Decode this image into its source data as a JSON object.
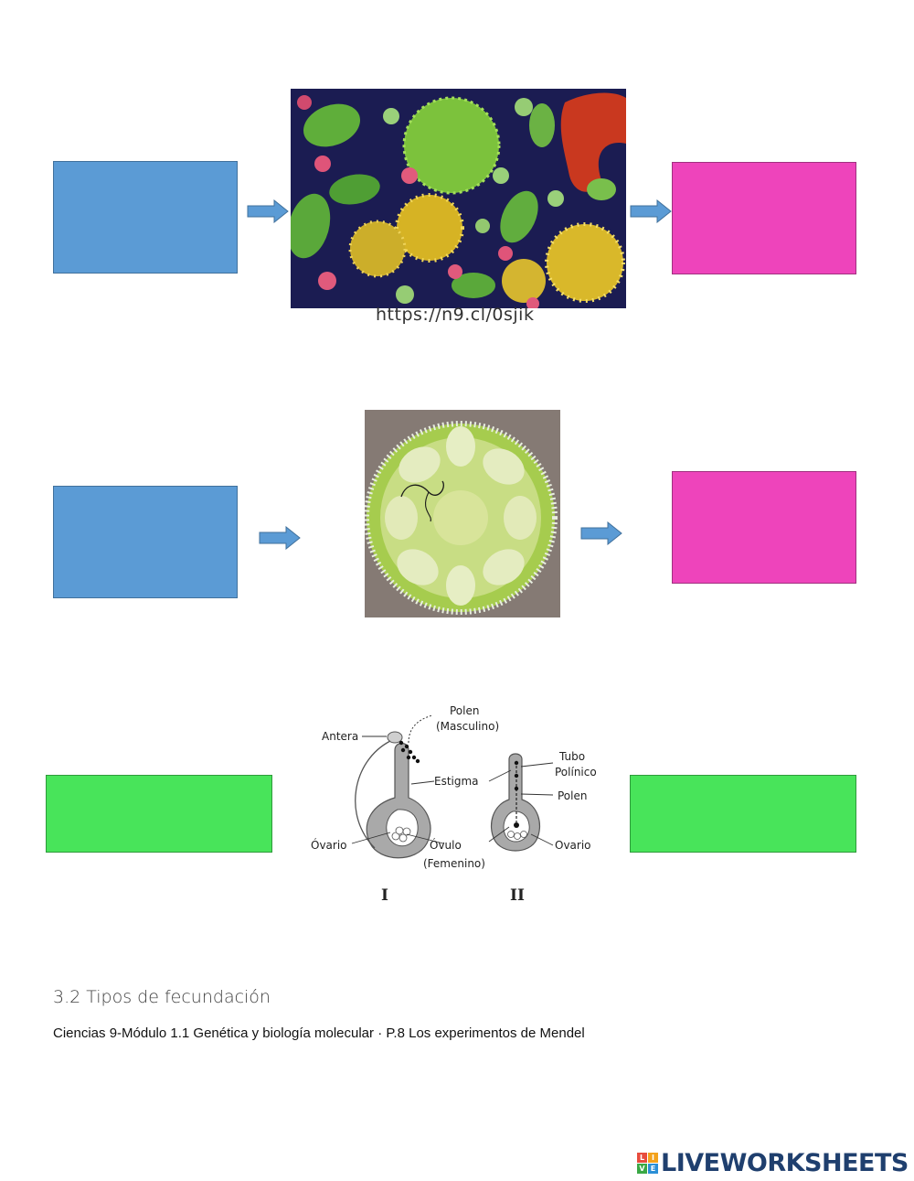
{
  "row1": {
    "image_caption": "https://n9.cl/0sjik"
  },
  "diagram": {
    "labels": {
      "polen_top": "Polen",
      "masculino": "(Masculino)",
      "antera": "Antera",
      "estigma": "Estigma",
      "ovario_left": "Óvario",
      "ovulo": "Óvulo",
      "femenino": "(Femenino)",
      "tubo": "Tubo",
      "polinico": "Polínico",
      "polen_right": "Polen",
      "ovario_right": "Ovario",
      "roman_one": "I",
      "roman_two": "II"
    }
  },
  "section": {
    "heading": "3.2 Tipos de fecundación",
    "reference": "Ciencias 9-Módulo 1.1 Genética y biología molecular · P.8 Los experimentos de Mendel"
  },
  "branding": {
    "logo_text": "LIVEWORKSHEETS",
    "logo_letters": [
      "L",
      "I",
      "V",
      "E"
    ]
  },
  "colors": {
    "blue_box": "#5b9bd5",
    "pink_box": "#ee44bb",
    "green_box": "#48e45a",
    "arrow": "#5b9bd5"
  }
}
